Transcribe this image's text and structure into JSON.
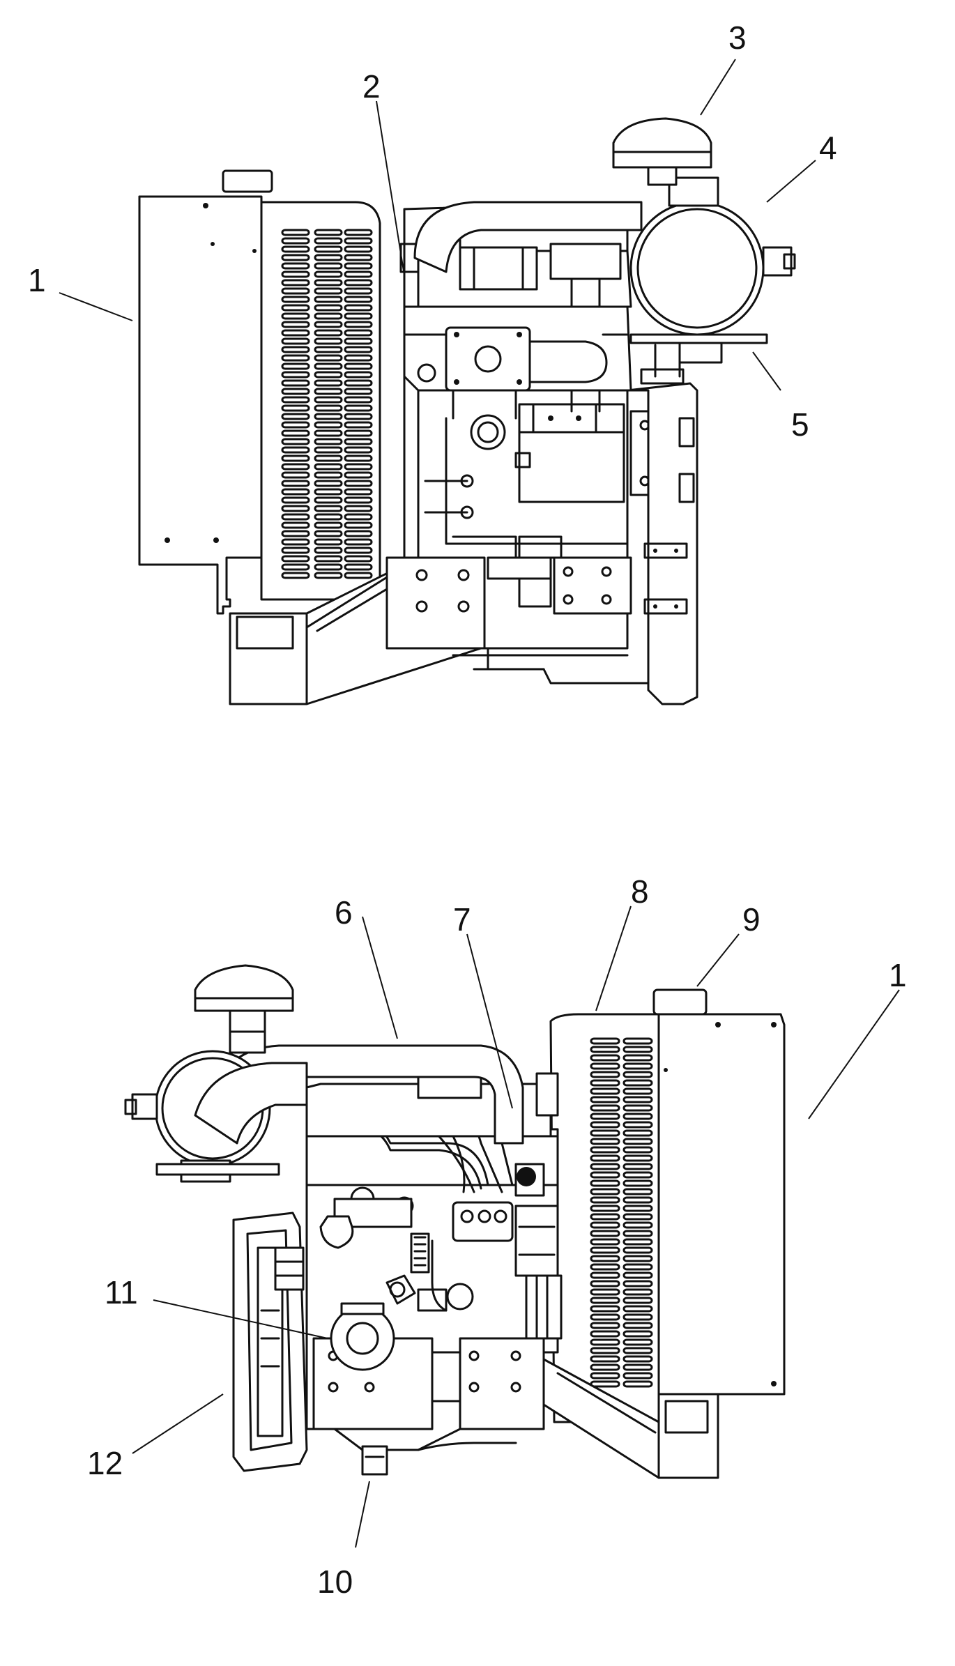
{
  "views": [
    {
      "callouts": [
        {
          "label": "1"
        },
        {
          "label": "2"
        },
        {
          "label": "3"
        },
        {
          "label": "4"
        },
        {
          "label": "5"
        }
      ]
    },
    {
      "callouts": [
        {
          "label": "6"
        },
        {
          "label": "7"
        },
        {
          "label": "8"
        },
        {
          "label": "9"
        },
        {
          "label": "1"
        },
        {
          "label": "11"
        },
        {
          "label": "12"
        },
        {
          "label": "10"
        }
      ]
    }
  ]
}
